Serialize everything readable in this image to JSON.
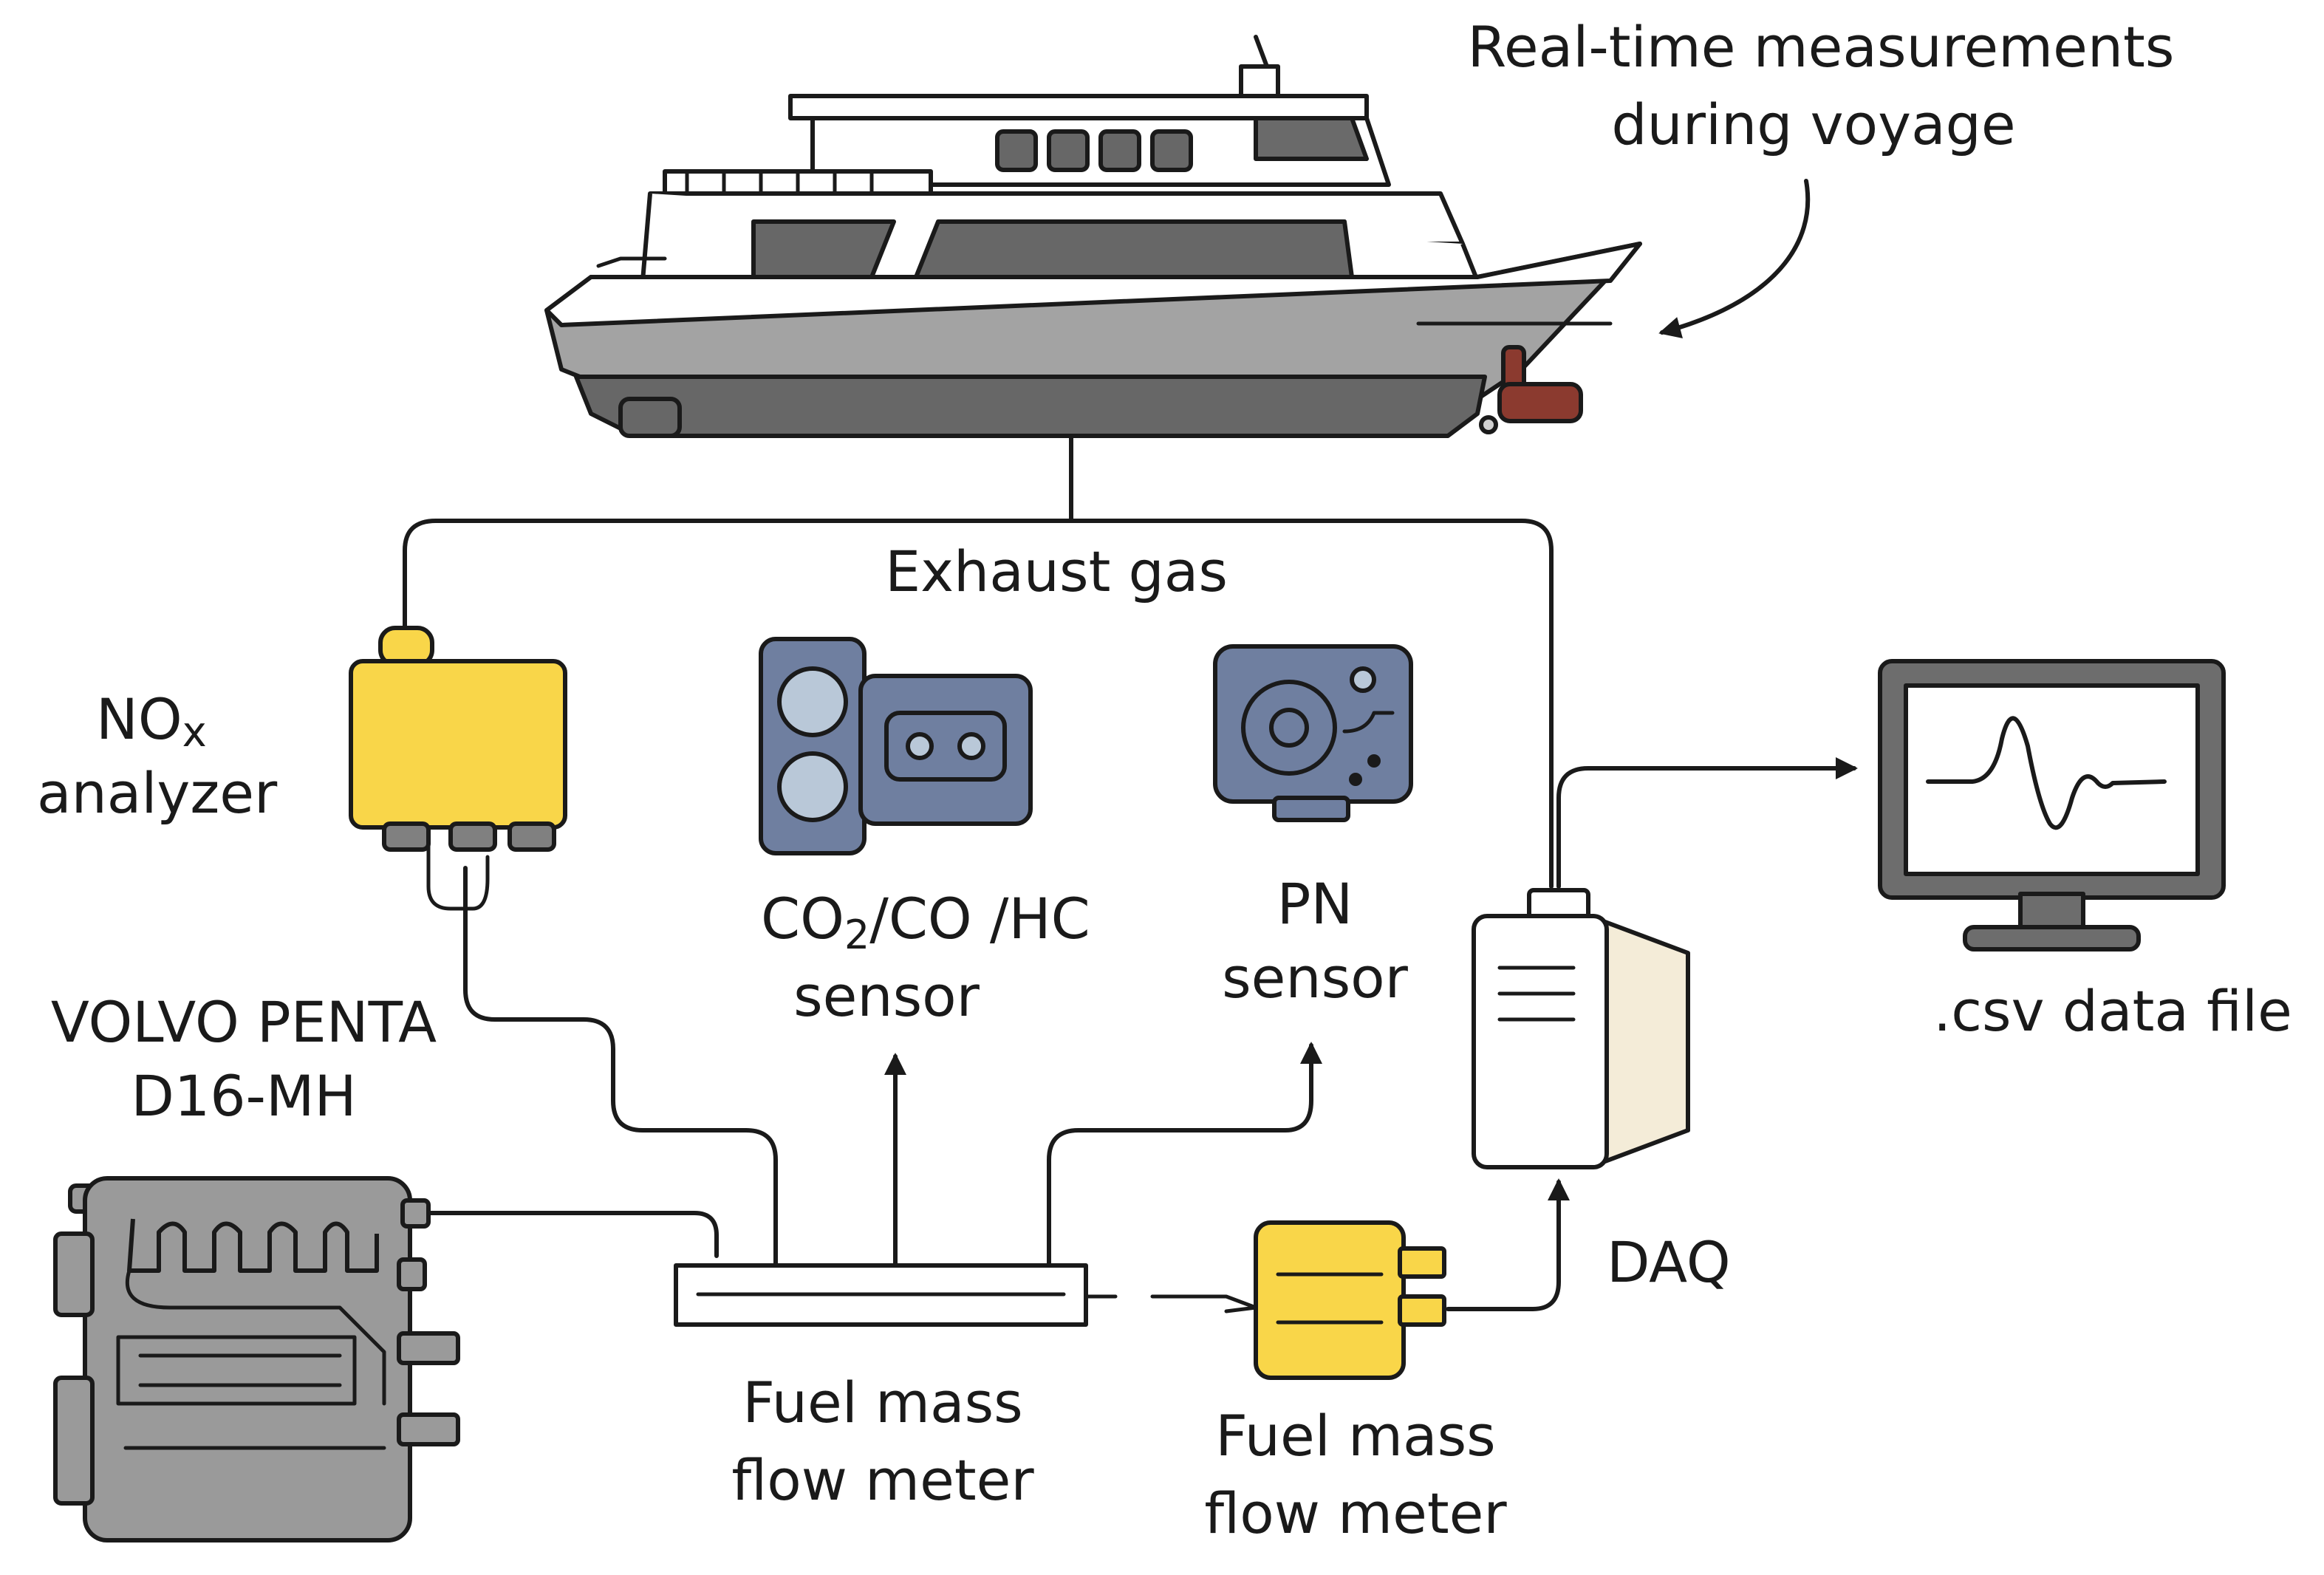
{
  "labels": {
    "realtime_line1": "Real-time measurements",
    "realtime_line2": "during voyage",
    "exhaust_gas": "Exhaust gas",
    "nox_main": "NO",
    "nox_sub": "x",
    "nox_line2": "analyzer",
    "co2_c": "CO",
    "co2_sub": "2",
    "co2_rest": "/CO /HC",
    "co2_line2": "sensor",
    "pn_line1": "PN",
    "pn_line2": "sensor",
    "engine_line1": "VOLVO PENTA",
    "engine_line2": "D16-MH",
    "fuel_meter_a_line1": "Fuel mass",
    "fuel_meter_a_line2": "flow meter",
    "fuel_meter_b_line1": "Fuel mass",
    "fuel_meter_b_line2": "flow meter",
    "daq": "DAQ",
    "csv": ".csv data file"
  },
  "icons": {
    "ship": "ship-icon",
    "nox_analyzer": "nox-analyzer-icon",
    "co2_sensor": "gas-sensor-icon",
    "pn_sensor": "particle-sensor-icon",
    "engine": "engine-icon",
    "fuel_meter_a": "flow-meter-pipe-icon",
    "fuel_meter_b": "flow-meter-box-icon",
    "daq": "daq-unit-icon",
    "monitor": "monitor-icon"
  },
  "colors": {
    "ink": "#1a1a1a",
    "yellow": "#f9d649",
    "sensor_blue": "#6f7fa0",
    "sensor_light": "#b9c8d8",
    "hull_gray": "#9c9c9c",
    "hull_dark": "#676767",
    "propeller": "#8b3a2f",
    "engine_gray": "#9a9a9a"
  }
}
